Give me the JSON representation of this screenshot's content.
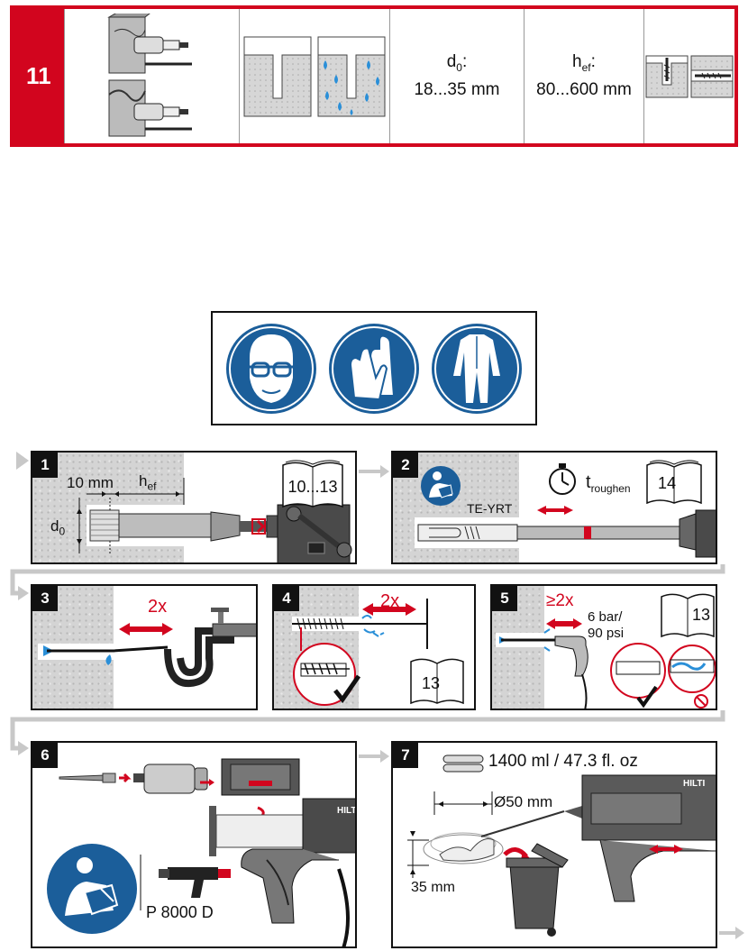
{
  "top_table": {
    "row_number": "11",
    "bore_diameter_label": "d",
    "bore_diameter_sub": "0",
    "bore_diameter_range": "18...35 mm",
    "embedment_label": "h",
    "embedment_sub": "ef",
    "embedment_range": "80...600 mm"
  },
  "ppe": {
    "items": [
      "eye-protection-icon",
      "gloves-icon",
      "protective-clothing-icon"
    ]
  },
  "step1": {
    "number": "1",
    "offset_label": "10 mm",
    "hef_label": "h",
    "hef_sub": "ef",
    "d0_label": "d",
    "d0_sub": "0",
    "book_pages": "10...13"
  },
  "step2": {
    "number": "2",
    "tool_label": "TE-YRT",
    "time_label": "t",
    "time_sub": "roughen",
    "book_page": "14"
  },
  "step3": {
    "number": "3",
    "repeat": "2x"
  },
  "step4": {
    "number": "4",
    "repeat": "2x",
    "book_page": "13"
  },
  "step5": {
    "number": "5",
    "repeat": "≥2x",
    "pressure": "6 bar/",
    "pressure_psi": "90 psi",
    "book_page": "13"
  },
  "step6": {
    "number": "6",
    "dispenser_label": "P 8000 D",
    "brand": "HILTI"
  },
  "step7": {
    "number": "7",
    "volume": "1400 ml / 47.3 fl. oz",
    "diameter": "Ø50 mm",
    "height": "35 mm",
    "brand": "HILTI"
  },
  "colors": {
    "hilti_red": "#d2051e",
    "ppe_blue": "#1b5e9a",
    "water_blue": "#2a8fd8"
  }
}
